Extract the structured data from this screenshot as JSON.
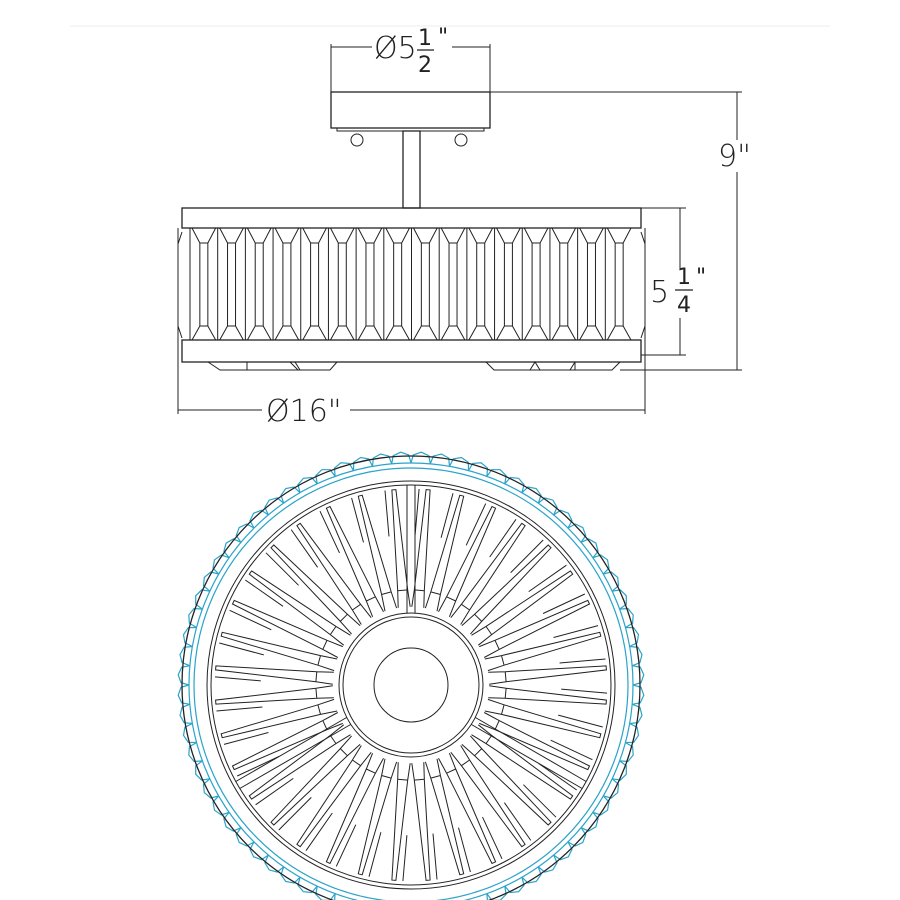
{
  "dimensions": {
    "canopy_diameter": {
      "prefix": "Ø5",
      "num": "1",
      "den": "2",
      "unit": "\""
    },
    "overall_height": {
      "text": "9\""
    },
    "shade_height": {
      "prefix": "5",
      "num": "1",
      "den": "4",
      "unit": "\""
    },
    "shade_diameter": {
      "text": "Ø16\""
    }
  },
  "colors": {
    "line": "#222222",
    "crystal_edge": "#2aa3c9"
  }
}
